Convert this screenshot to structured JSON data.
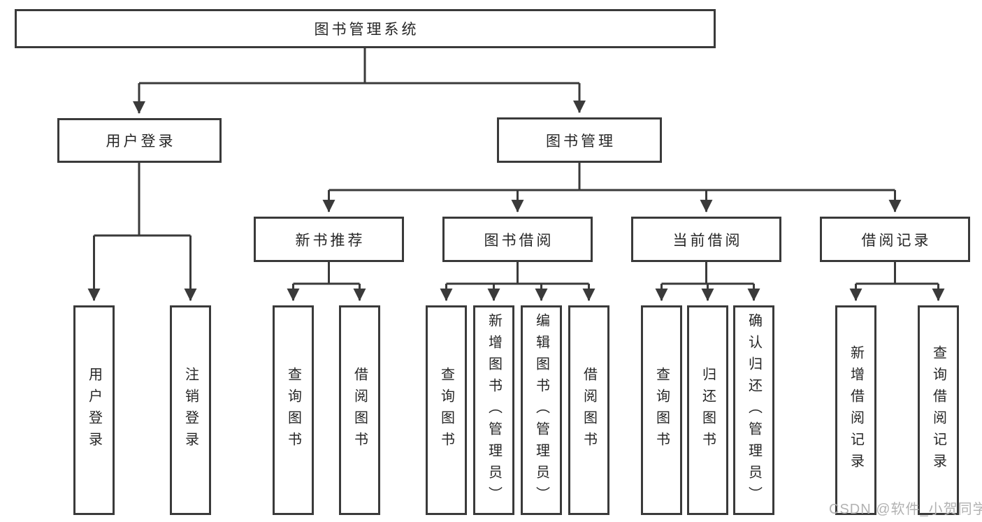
{
  "colors": {
    "line": "#3a3a3a",
    "text": "#262626",
    "background": "#ffffff",
    "watermark": "#b2b2b2"
  },
  "watermark": "CSDN @软件_小贺同学",
  "tree": {
    "root": "图书管理系统",
    "login": {
      "label": "用户登录",
      "children": [
        "用户登录",
        "注销登录"
      ]
    },
    "mgmt": {
      "label": "图书管理",
      "sections": [
        {
          "label": "新书推荐",
          "children": [
            "查询图书",
            "借阅图书"
          ]
        },
        {
          "label": "图书借阅",
          "children": [
            "查询图书",
            "新增图书（管理员）",
            "编辑图书（管理员）",
            "借阅图书"
          ]
        },
        {
          "label": "当前借阅",
          "children": [
            "查询图书",
            "归还图书",
            "确认归还（管理员）"
          ]
        },
        {
          "label": "借阅记录",
          "children": [
            "新增借阅记录",
            "查询借阅记录"
          ]
        }
      ]
    }
  }
}
